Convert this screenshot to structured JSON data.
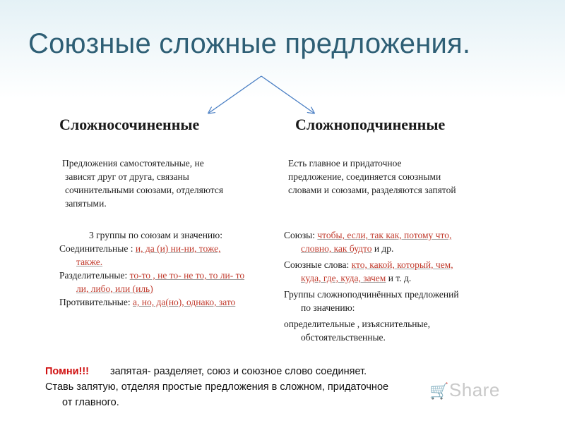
{
  "title": "Союзные сложные предложения.",
  "left": {
    "heading": "Сложносочиненные",
    "description": [
      "Предложения самостоятельные, не",
      "зависят друг от друга, связаны",
      "сочинительными союзами, отделяются",
      "запятыми."
    ],
    "groups_title": "3 группы по союзам и значению:",
    "groups": [
      {
        "label": "Соединительные :",
        "lines": [
          "и, да (и) ни-ни, тоже,",
          "также."
        ]
      },
      {
        "label": "Разделительные:",
        "lines": [
          "то-то , не то- не то, то ли- то",
          "ли, либо, или (иль)"
        ]
      },
      {
        "label": "Противительные:",
        "lines": [
          "а, но, да(но), однако, зато"
        ]
      }
    ]
  },
  "right": {
    "heading": "Сложноподчиненные",
    "description": [
      "Есть главное и придаточное",
      "предложение, соединяется союзными",
      "словами и союзами, разделяются запятой"
    ],
    "conjunctions": {
      "label": "Союзы:",
      "lines": [
        "чтобы, если, так как, потому что,",
        "словно, как будто"
      ],
      "suffix": " и др."
    },
    "allied_words": {
      "label": "Союзные слова:",
      "lines": [
        "кто, какой, который, чем,",
        "куда, где, куда, зачем"
      ],
      "suffix": " и т. д."
    },
    "groups_title": [
      "Группы сложноподчинённых предложений",
      "по значению:"
    ],
    "groups_types": [
      "определительные , изъяснительные,",
      "обстоятельственные."
    ]
  },
  "note": {
    "remember": "Помни!!!",
    "text1_bold": "запятая-",
    "text1": " разделяет, союз и союзное слово соединяет.",
    "text2": "Ставь запятую, отделяя простые предложения в сложном, придаточное",
    "text3": "от главного."
  },
  "watermark": "Share"
}
